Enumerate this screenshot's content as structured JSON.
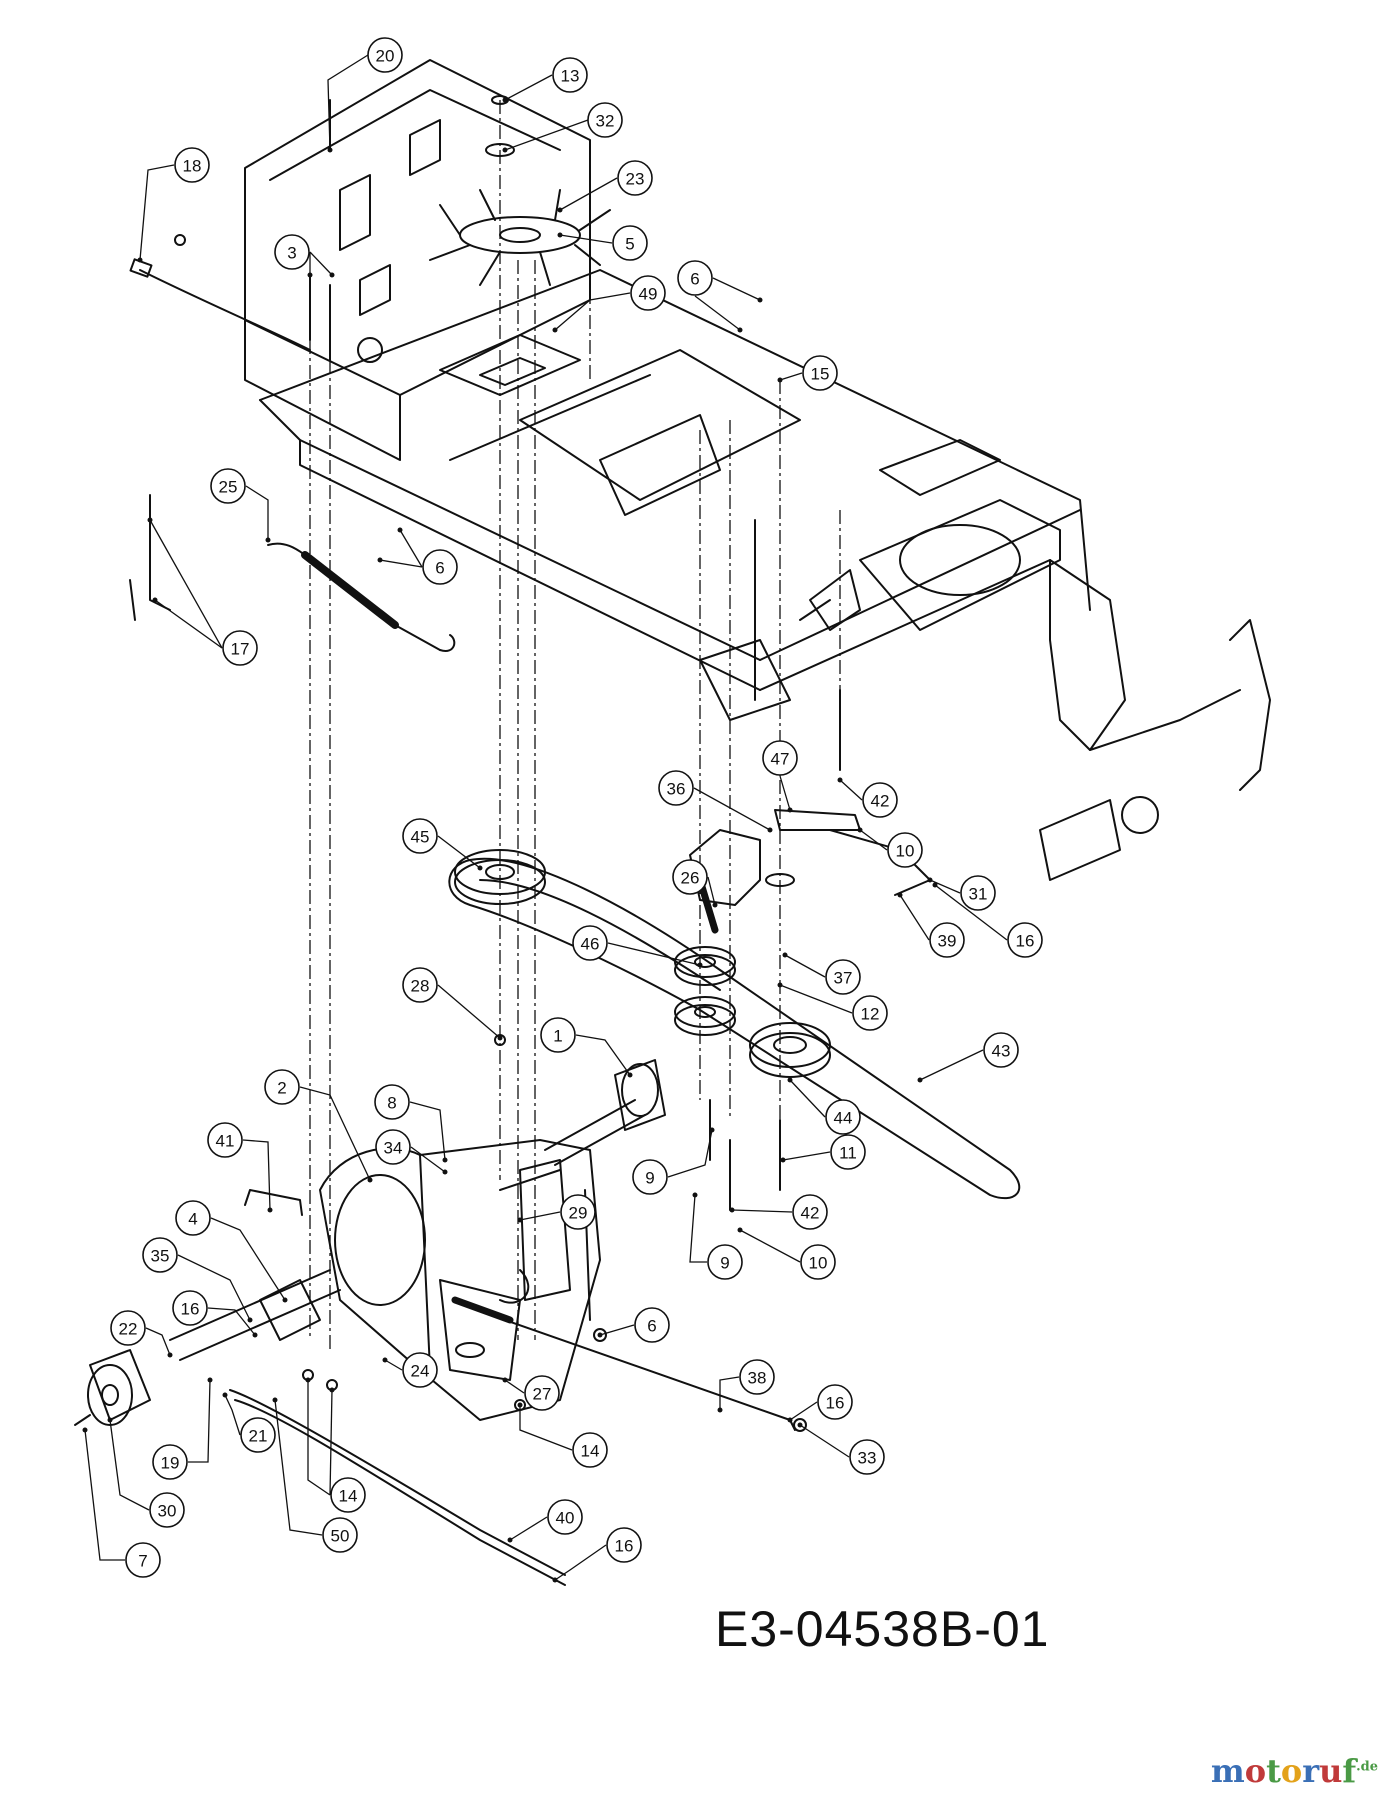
{
  "drawing_number": "E3-04538B-01",
  "watermark": {
    "brand": "motoruf",
    "tld": ".de",
    "colors": [
      "#3a6fb6",
      "#c03a3a",
      "#4a9a45",
      "#e3a21a"
    ]
  },
  "callouts": [
    "20",
    "13",
    "32",
    "18",
    "23",
    "5",
    "3",
    "49",
    "6",
    "15",
    "25",
    "6",
    "17",
    "47",
    "42",
    "36",
    "45",
    "10",
    "26",
    "31",
    "46",
    "37",
    "39",
    "16",
    "28",
    "12",
    "1",
    "43",
    "2",
    "8",
    "44",
    "41",
    "34",
    "11",
    "9",
    "29",
    "42",
    "4",
    "9",
    "10",
    "35",
    "16",
    "6",
    "22",
    "24",
    "27",
    "38",
    "16",
    "33",
    "19",
    "30",
    "21",
    "14",
    "14",
    "50",
    "40",
    "16",
    "7"
  ]
}
